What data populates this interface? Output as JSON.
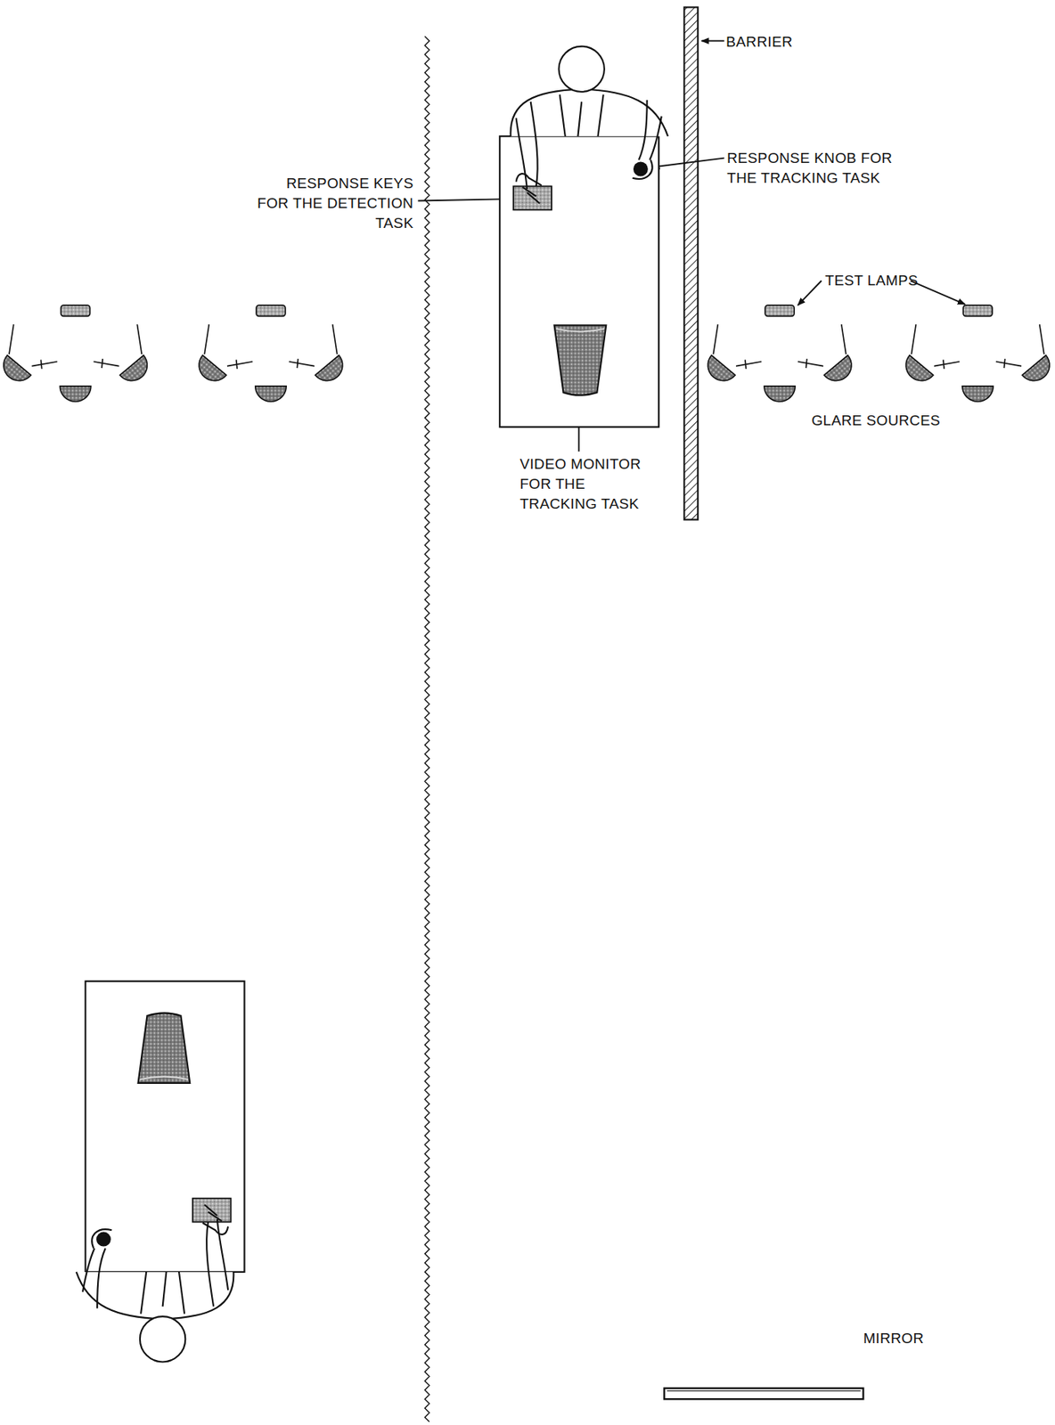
{
  "diagram": {
    "labels": [
      "BARRIER",
      "RESPONSE KEYS FOR THE DETECTION TASK",
      "RESPONSE KNOB FOR THE TRACKING TASK",
      "TEST LAMPS",
      "GLARE SOURCES",
      "VIDEO MONITOR FOR THE TRACKING TASK",
      "MIRROR"
    ]
  }
}
